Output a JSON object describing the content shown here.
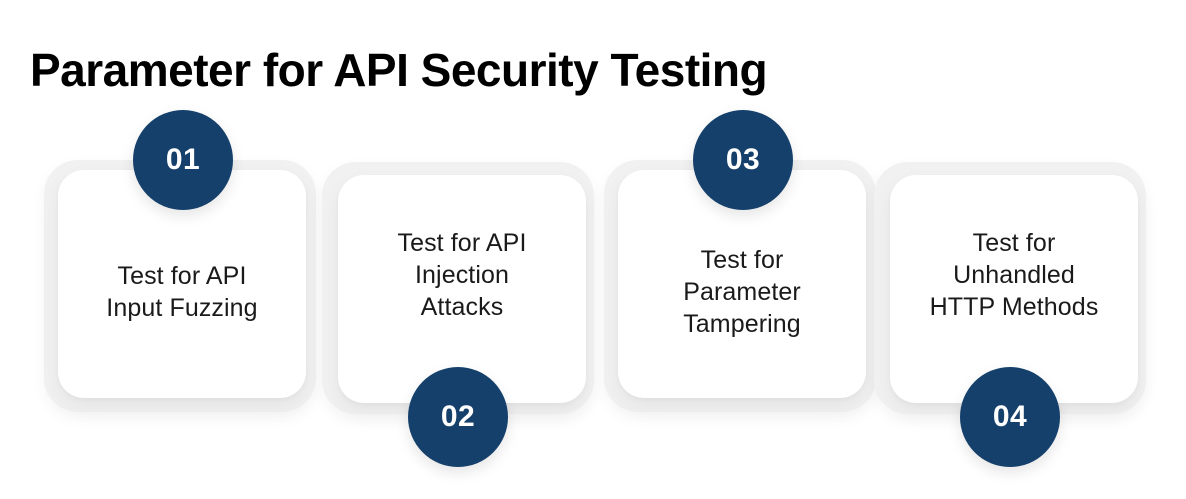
{
  "page": {
    "title": "Parameter for API Security Testing",
    "background_color": "#ffffff",
    "accent_color": "#15406B",
    "card_color": "#ffffff",
    "plate_color": "#f1f1f1",
    "text_color": "#1a1a1a"
  },
  "diagram": {
    "type": "numbered-step-cards",
    "orientation": "horizontal-zigzag",
    "step_count": 4,
    "steps": [
      {
        "number": "01",
        "label": "Test for API Input Fuzzing",
        "lines": [
          "Test for API",
          "Input Fuzzing"
        ],
        "position": "up",
        "badge_position": "top"
      },
      {
        "number": "02",
        "label": "Test for API Injection Attacks",
        "lines": [
          "Test for API",
          "Injection",
          "Attacks"
        ],
        "position": "down",
        "badge_position": "bottom"
      },
      {
        "number": "03",
        "label": "Test for Parameter Tampering",
        "lines": [
          "Test for",
          "Parameter",
          "Tampering"
        ],
        "position": "up",
        "badge_position": "top"
      },
      {
        "number": "04",
        "label": "Test for Unhandled HTTP Methods",
        "lines": [
          "Test for",
          "Unhandled",
          "HTTP Methods"
        ],
        "position": "down",
        "badge_position": "bottom"
      }
    ]
  }
}
